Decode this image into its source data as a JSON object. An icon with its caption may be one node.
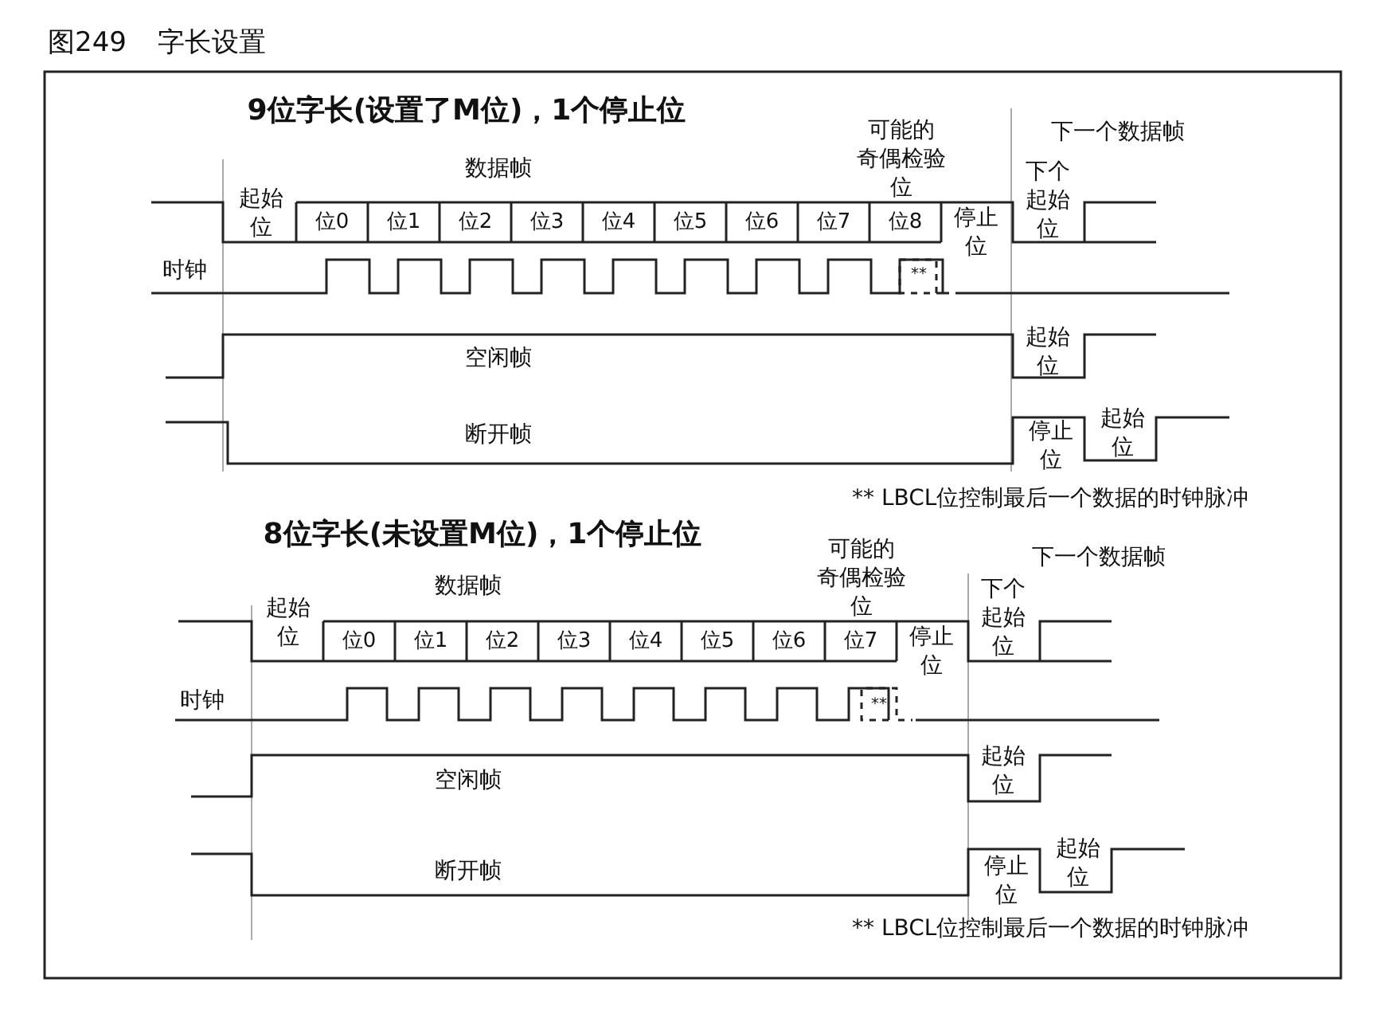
{
  "diagram": {
    "title": "图249 字长设置",
    "labels": [
      "9位字长(设置了M位)，1个停止位",
      "可能的奇偶检验位",
      "下一个数据帧",
      "数据帧",
      "起始位",
      "位0",
      "位1",
      "位2",
      "位3",
      "位4",
      "位5",
      "位6",
      "位7",
      "位8",
      "停止位",
      "下个起始位",
      "时钟",
      "**",
      "空闲帧",
      "起始位",
      "断开帧",
      "停止位",
      "起始位",
      "** LBCL位控制最后一个数据的时钟脉冲",
      "8位字长(未设置M位)，1个停止位",
      "可能的奇偶检验位",
      "下一个数据帧",
      "数据帧",
      "起始位",
      "位0",
      "位1",
      "位2",
      "位3",
      "位4",
      "位5",
      "位6",
      "位7",
      "停止位",
      "下个起始位",
      "时钟",
      "**",
      "空闲帧",
      "起始位",
      "断开帧",
      "停止位",
      "起始位",
      "** LBCL位控制最后一个数据的时钟脉冲"
    ]
  }
}
